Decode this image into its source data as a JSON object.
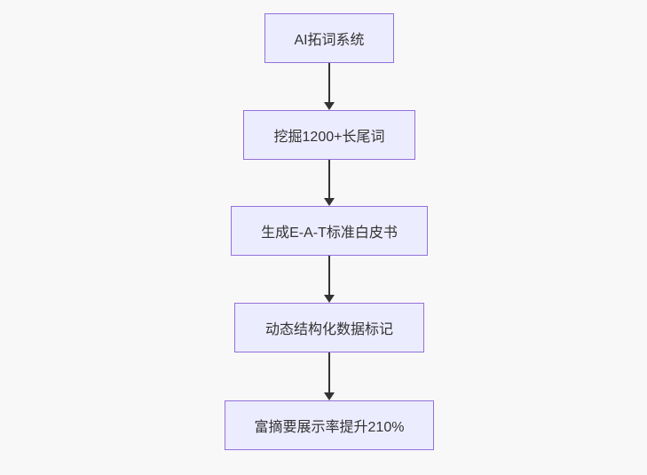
{
  "diagram": {
    "type": "flowchart",
    "direction": "top-down",
    "colors": {
      "background": "#f8f8f8",
      "node_fill": "#ECECFF",
      "node_border": "#9370DB",
      "node_text": "#333333",
      "arrow": "#333333"
    },
    "nodes": [
      {
        "id": "A",
        "label": "AI拓词系统"
      },
      {
        "id": "B",
        "label": "挖掘1200+长尾词"
      },
      {
        "id": "C",
        "label": "生成E-A-T标准白皮书"
      },
      {
        "id": "D",
        "label": "动态结构化数据标记"
      },
      {
        "id": "E",
        "label": "富摘要展示率提升210%"
      }
    ],
    "edges": [
      {
        "from": "A",
        "to": "B"
      },
      {
        "from": "B",
        "to": "C"
      },
      {
        "from": "C",
        "to": "D"
      },
      {
        "from": "D",
        "to": "E"
      }
    ]
  }
}
